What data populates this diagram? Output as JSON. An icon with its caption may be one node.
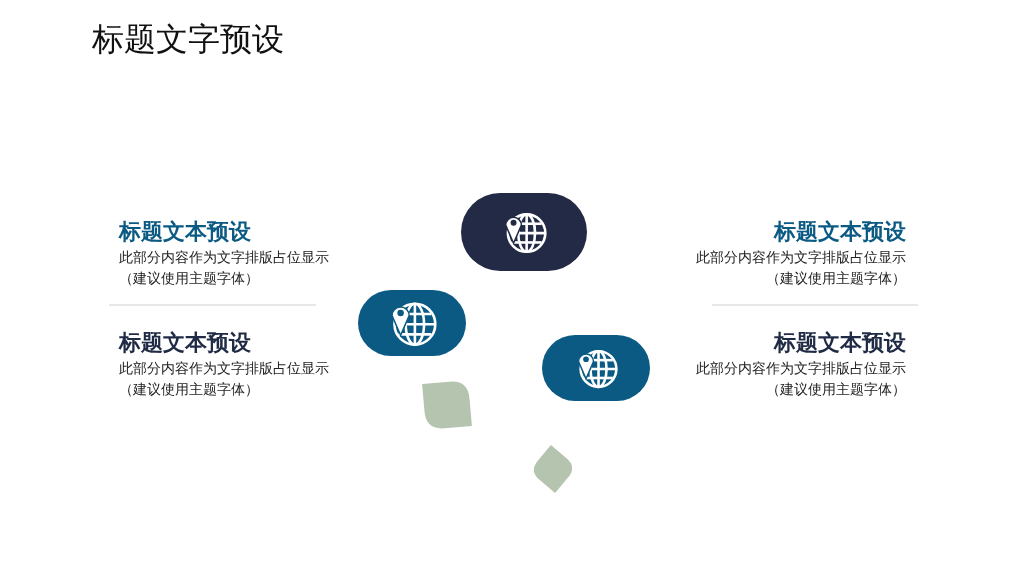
{
  "diagram": {
    "title": "标题文字预设",
    "labels": [
      "标题文本预设",
      "此部分内容作为文字排版占位显示（建议使用主题字体）",
      "标题文本预设",
      "此部分内容作为文字排版占位显示（建议使用主题字体）",
      "标题文本预设",
      "此部分内容作为文字排版占位显示（建议使用主题字体）",
      "标题文本预设",
      "此部分内容作为文字排版占位显示（建议使用主题字体）"
    ]
  }
}
